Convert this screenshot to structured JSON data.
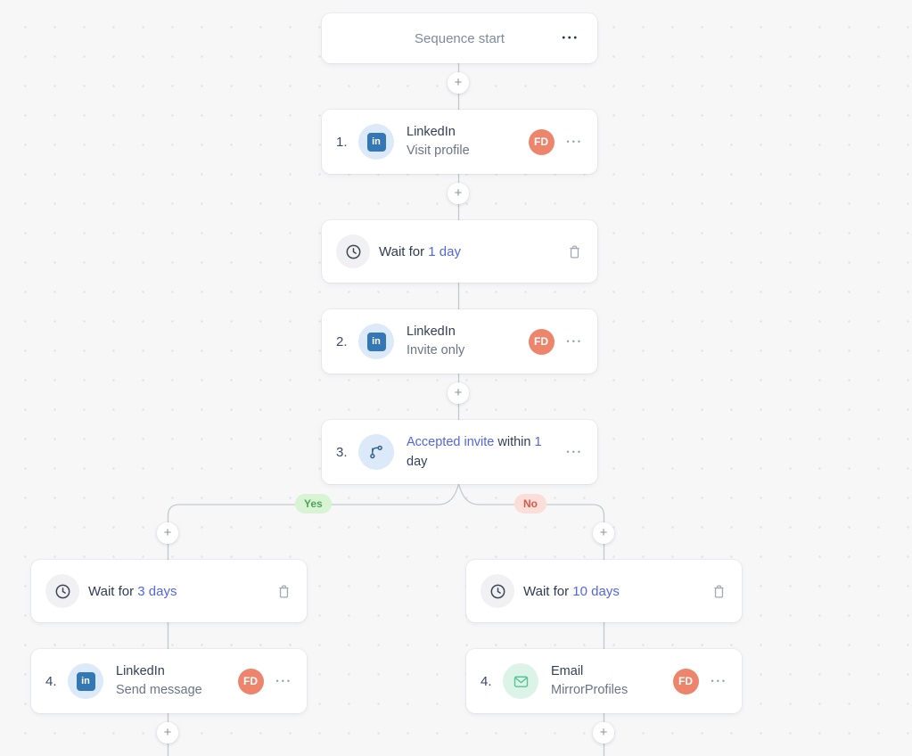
{
  "ui": {
    "plus": "+",
    "ellipsis": "•••",
    "linkedin_glyph": "in"
  },
  "colors": {
    "link_blue": "#5266e6",
    "linkedin_blue": "#3477b5",
    "email_green": "#56c496",
    "avatar_coral": "#ec856c",
    "yes_text": "#4da45b",
    "yes_bg": "#d9f3d5",
    "no_text": "#d8594a",
    "no_bg": "#fbded8"
  },
  "start": {
    "label": "Sequence start"
  },
  "step1": {
    "number": "1.",
    "channel": "LinkedIn",
    "action": "Visit profile",
    "avatar": "FD"
  },
  "wait1": {
    "label": "Wait for",
    "value": "1 day"
  },
  "step2": {
    "number": "2.",
    "channel": "LinkedIn",
    "action": "Invite only",
    "avatar": "FD"
  },
  "step3": {
    "number": "3.",
    "condition": "Accepted invite",
    "mid": "within",
    "value": "1",
    "unit": "day"
  },
  "branch": {
    "yes": "Yes",
    "no": "No"
  },
  "left": {
    "wait": {
      "label": "Wait for",
      "value": "3 days"
    },
    "step": {
      "number": "4.",
      "channel": "LinkedIn",
      "action": "Send message",
      "avatar": "FD"
    }
  },
  "right": {
    "wait": {
      "label": "Wait for",
      "value": "10 days"
    },
    "step": {
      "number": "4.",
      "channel": "Email",
      "action": "MirrorProfiles",
      "avatar": "FD"
    }
  }
}
